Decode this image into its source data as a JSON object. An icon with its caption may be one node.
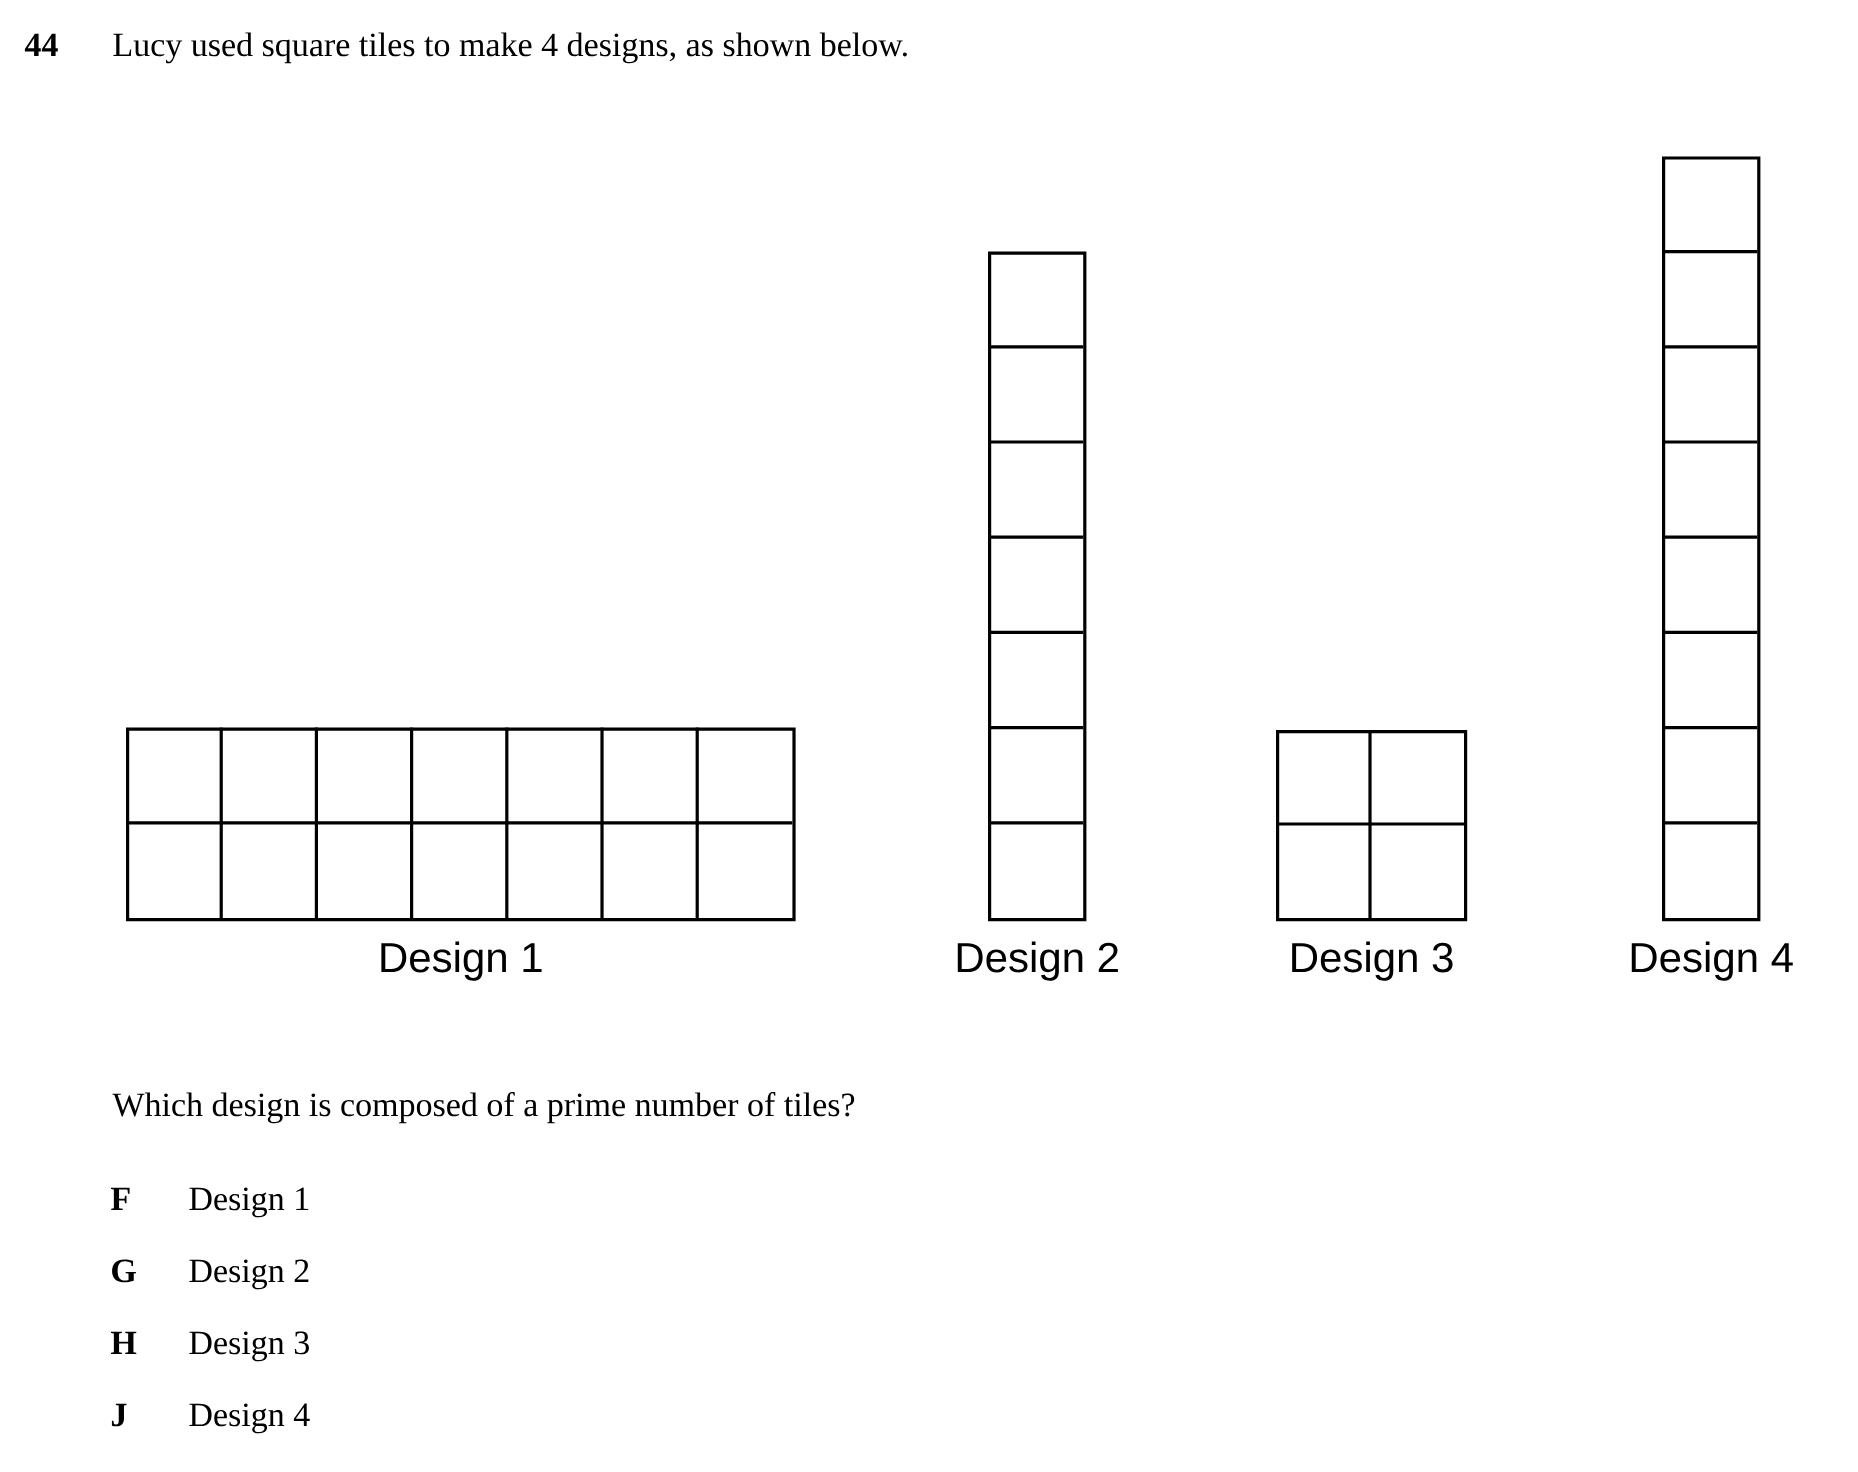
{
  "diagram": {
    "title": "Lucy used square tiles to make 4 designs, as shown below.",
    "nodes": [
      {
        "text": [
          "Design 1"
        ]
      },
      {
        "text": [
          "Design 2"
        ]
      },
      {
        "text": [
          "Design 3"
        ]
      },
      {
        "text": [
          "Design 4"
        ]
      }
    ],
    "edges": [],
    "labels": [
      "44",
      "Which design is composed of a prime number of tiles?",
      "F",
      "Design 1",
      "G",
      "Design 2",
      "H",
      "Design 3",
      "J",
      "Design 4"
    ]
  }
}
